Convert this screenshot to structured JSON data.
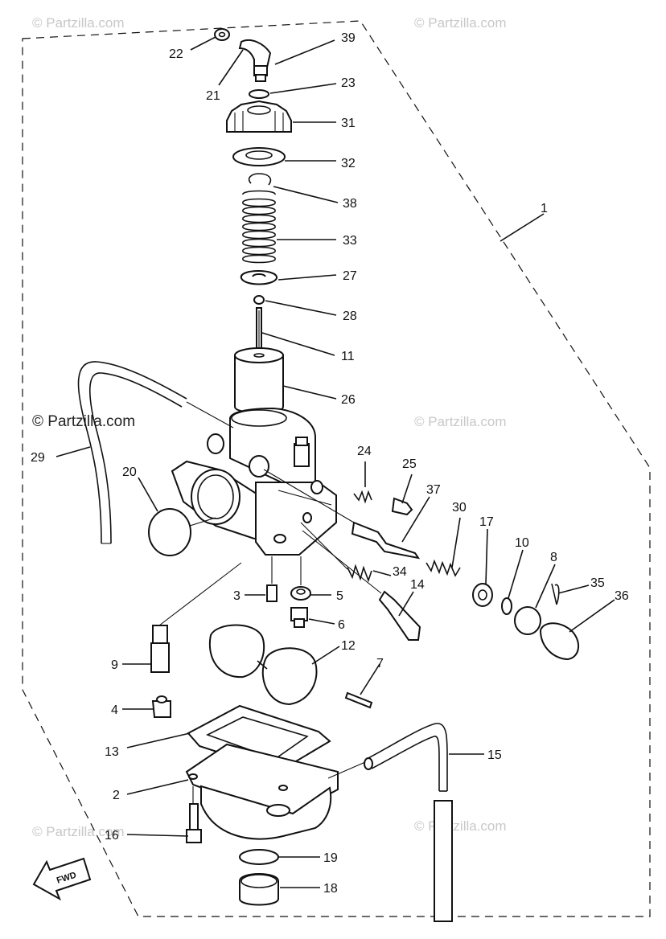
{
  "watermarks": {
    "top_left": "© Partzilla.com",
    "top_right": "© Partzilla.com",
    "mid_left": "© Partzilla.com",
    "mid_right": "© Partzilla.com",
    "bottom_left": "© Partzilla.com",
    "bottom_right": "© Partzilla.com"
  },
  "fwd_label": "FWD",
  "callouts": {
    "c1": "1",
    "c2": "2",
    "c3": "3",
    "c4": "4",
    "c5": "5",
    "c6": "6",
    "c7": "7",
    "c8": "8",
    "c9": "9",
    "c10": "10",
    "c11": "11",
    "c12": "12",
    "c13": "13",
    "c14": "14",
    "c15": "15",
    "c16": "16",
    "c17": "17",
    "c18": "18",
    "c19": "19",
    "c20": "20",
    "c21": "21",
    "c22": "22",
    "c23": "23",
    "c24": "24",
    "c25": "25",
    "c26": "26",
    "c27": "27",
    "c28": "28",
    "c29": "29",
    "c30": "30",
    "c31": "31",
    "c32": "32",
    "c33": "33",
    "c34": "34",
    "c35": "35",
    "c36": "36",
    "c37": "37",
    "c38": "38",
    "c39": "39"
  }
}
